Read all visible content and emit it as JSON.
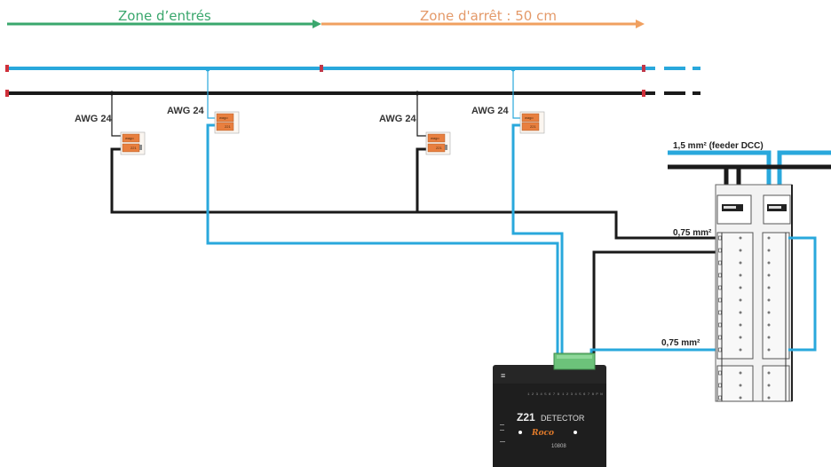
{
  "zones": {
    "entry": {
      "label": "Zone d’entrés",
      "color": "#3aa76d"
    },
    "stop": {
      "label": "Zone d'arrêt : 50 cm",
      "color": "#f0a060"
    }
  },
  "rails": {
    "feeder_color": "#29a8dc",
    "ground_color": "#1a1a1a",
    "isolator_color": "#d0303a"
  },
  "connectors": [
    {
      "wire_label": "AWG 24",
      "brand": "wago",
      "model": "221"
    },
    {
      "wire_label": "AWG 24",
      "brand": "wago",
      "model": "221"
    },
    {
      "wire_label": "AWG 24",
      "brand": "wago",
      "model": "221"
    },
    {
      "wire_label": "AWG 24",
      "brand": "wago",
      "model": "221"
    }
  ],
  "wires": {
    "feeder_label": "1,5 mm² (feeder DCC)",
    "section_label_1": "0,75 mm²",
    "section_label_2": "0,75 mm²"
  },
  "detector": {
    "logo": "Z21",
    "name": "DETECTOR",
    "brand": "Roco",
    "model": "10808"
  }
}
